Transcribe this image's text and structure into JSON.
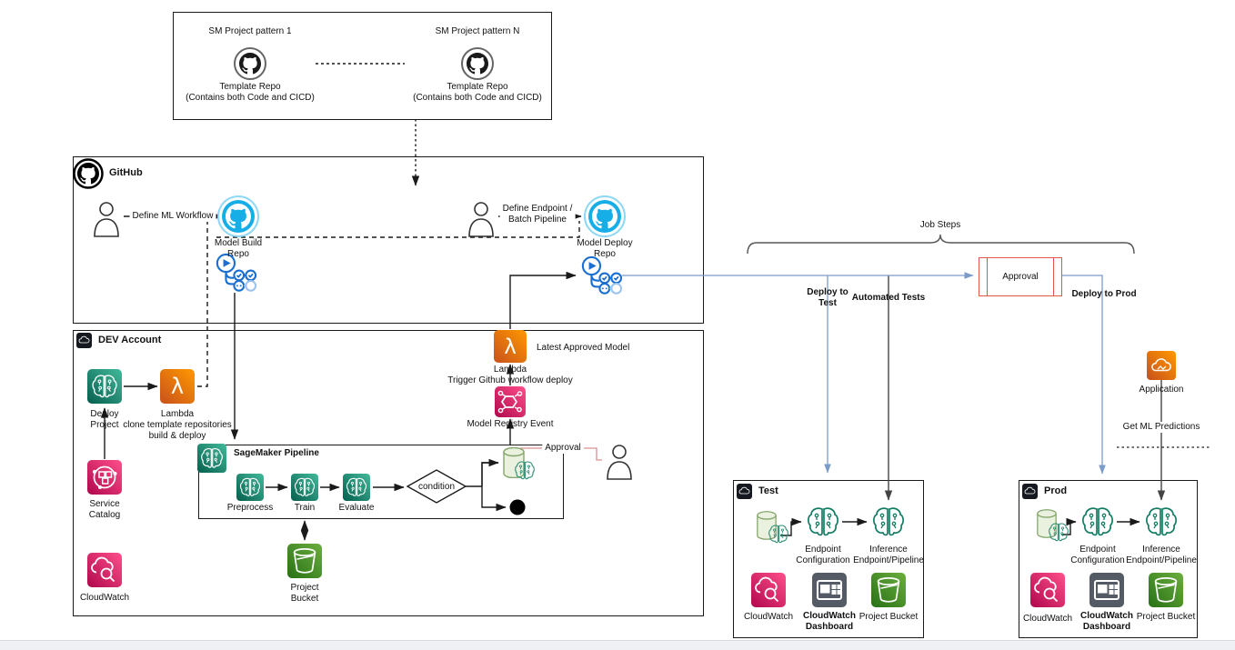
{
  "template_box": {
    "pattern1": "SM Project pattern 1",
    "patternN": "SM Project pattern N",
    "repo1": "Template Repo\n(Contains both Code and CICD)",
    "repoN": "Template Repo\n(Contains both Code and CICD)"
  },
  "github": {
    "title": "GitHub",
    "define_ml": "Define ML Workflow",
    "model_build": "Model Build\nRepo",
    "define_endpoint": "Define Endpoint /\nBatch Pipeline",
    "model_deploy": "Model Deploy\nRepo"
  },
  "dev": {
    "title": "DEV Account",
    "deploy_project": "Deploy\nProject",
    "lambda_clone": "Lambda\nclone template repositories\nbuild & deploy",
    "service_catalog": "Service\nCatalog",
    "cloudwatch": "CloudWatch",
    "latest_model": "Latest Approved Model",
    "lambda_trigger": "Lambda\nTrigger Github workflow deploy",
    "registry_event": "Model Registry Event"
  },
  "pipeline": {
    "title": "SageMaker Pipeline",
    "steps": [
      "Preprocess",
      "Train",
      "Evaluate"
    ],
    "condition": "condition",
    "approval": "Approval",
    "bucket": "Project\nBucket"
  },
  "jobs": {
    "title": "Job Steps",
    "deploy_test": "Deploy to\nTest",
    "automated_tests": "Automated Tests",
    "approval": "Approval",
    "deploy_prod": "Deploy to Prod"
  },
  "test": {
    "title": "Test",
    "endpoint_config": "Endpoint\nConfiguration",
    "inference": "Inference\nEndpoint/Pipeline",
    "cloudwatch": "CloudWatch",
    "dashboard": "CloudWatch\nDashboard",
    "bucket": "Project Bucket"
  },
  "prod": {
    "title": "Prod",
    "endpoint_config": "Endpoint\nConfiguration",
    "inference": "Inference\nEndpoint/Pipeline",
    "cloudwatch": "CloudWatch",
    "dashboard": "CloudWatch\nDashboard",
    "bucket": "Project Bucket"
  },
  "app": {
    "label": "Application",
    "predictions": "Get ML Predictions"
  },
  "colors": {
    "repo_blue": "#17aee8",
    "workflow_blue": "#1b6fd0",
    "wire_blue": "#7b9cc9",
    "approval_red": "#e0564d",
    "approval_wire_pink": "#d89090",
    "sagemaker_teal": "#0f7c64",
    "lambda_orange": "#e57711",
    "catalog_pink": "#d6246d",
    "bucket_green": "#3f8527",
    "dashboard_gray": "#545b64"
  }
}
